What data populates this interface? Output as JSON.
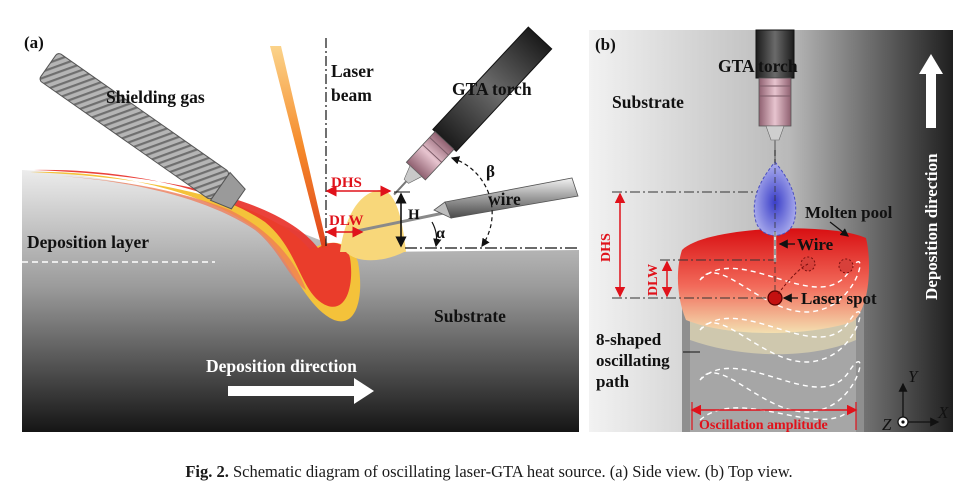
{
  "panel_a": {
    "tag": "(a)",
    "shielding_gas": "Shielding gas",
    "laser_line1": "Laser",
    "laser_line2": "beam",
    "gta_torch": "GTA torch",
    "beta": "β",
    "dhs": "DHS",
    "h": "H",
    "wire": "wire",
    "dlw": "DLW",
    "alpha": "α",
    "deposition_layer": "Deposition layer",
    "substrate": "Substrate",
    "deposition_direction": "Deposition direction"
  },
  "panel_b": {
    "tag": "(b)",
    "gta_torch": "GTA torch",
    "substrate": "Substrate",
    "deposition_direction": "Deposition direction",
    "molten_pool": "Molten pool",
    "wire": "Wire",
    "dhs": "DHS",
    "dlw": "DLW",
    "laser_spot": "Laser spot",
    "path_line1": "8-shaped",
    "path_line2": "oscillating",
    "path_line3": "path",
    "oscillation_amplitude": "Oscillation amplitude",
    "axis_y": "Y",
    "axis_x": "X",
    "axis_z": "Z"
  },
  "caption": {
    "label": "Fig. 2.",
    "text": "Schematic diagram of oscillating laser-GTA heat source. (a) Side view. (b) Top view."
  },
  "colors": {
    "molten_red": "#e8322a",
    "molten_yellow": "#f4c23a",
    "laser_orange": "#f26a1b",
    "dimension_red": "#e0121b",
    "arc_purple": "#6b6fd8",
    "torch_dark": "#2b2b2b",
    "torch_pink": "#c9a0ad"
  }
}
